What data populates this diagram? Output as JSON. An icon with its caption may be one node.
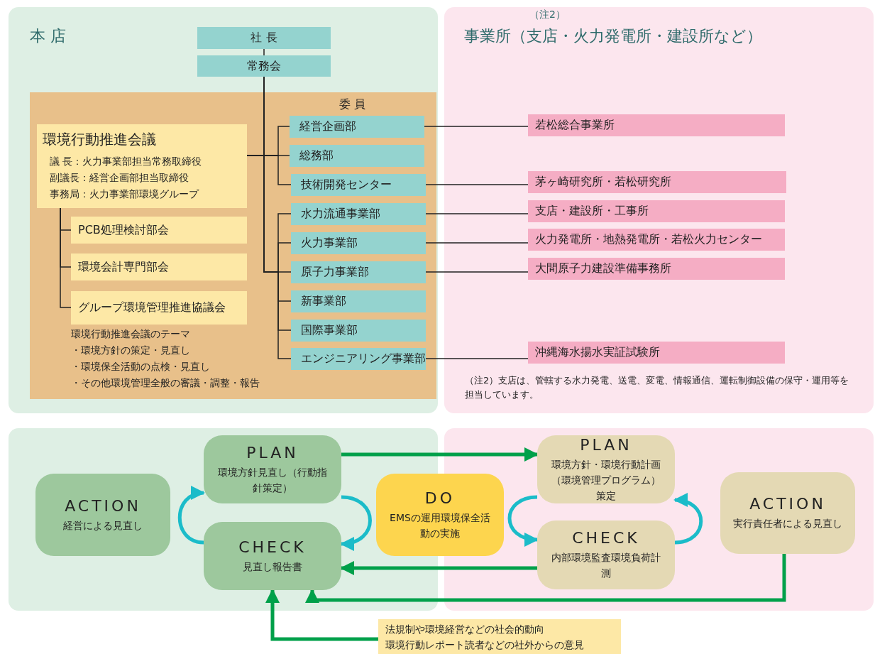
{
  "diagram": {
    "nodes": [
      {
        "text": [
          "本 店"
        ]
      },
      {
        "text": [
          "社 長"
        ],
        "in": 0
      },
      {
        "text": [
          "常務会"
        ],
        "in": 0
      },
      {
        "text": [],
        "shape": "box",
        "in": 0
      },
      {
        "text": [
          "環境行動推進会議",
          "議 長：火力事業部担当常務取締役",
          "副議長：経営企画部担当取締役",
          "事務局：火力事業部環境グループ"
        ],
        "in": 3
      },
      {
        "text": [
          "PCB処理検討部会"
        ],
        "in": 3
      },
      {
        "text": [
          "環境会計専門部会"
        ],
        "in": 3
      },
      {
        "text": [
          "グループ環境管理推進協議会"
        ],
        "in": 3
      },
      {
        "text": [
          "経営企画部"
        ],
        "in": 3
      },
      {
        "text": [
          "総務部"
        ],
        "in": 3
      },
      {
        "text": [
          "技術開発センター"
        ],
        "in": 3
      },
      {
        "text": [
          "水力流通事業部"
        ],
        "in": 3
      },
      {
        "text": [
          "火力事業部"
        ],
        "in": 3
      },
      {
        "text": [
          "原子力事業部"
        ],
        "in": 3
      },
      {
        "text": [
          "新事業部"
        ],
        "in": 3
      },
      {
        "text": [
          "国際事業部"
        ],
        "in": 3
      },
      {
        "text": [
          "エンジニアリング事業部"
        ],
        "in": 3
      },
      {
        "text": [
          "事業所（支店・火力発電所・建設所など）"
        ],
        "beside": [
          "（注2）"
        ]
      },
      {
        "text": [
          "若松総合事業所"
        ],
        "in": 17
      },
      {
        "text": [
          "茅ヶ崎研究所・若松研究所"
        ],
        "in": 17
      },
      {
        "text": [
          "支店・建設所・工事所"
        ],
        "in": 17
      },
      {
        "text": [
          "火力発電所・地熱発電所・若松火力センター"
        ],
        "in": 17
      },
      {
        "text": [
          "大間原子力建設準備事務所"
        ],
        "in": 17
      },
      {
        "text": [
          "沖縄海水揚水実証試験所"
        ],
        "in": 17
      },
      {
        "text": [],
        "shape": "box"
      },
      {
        "text": [
          "PLAN",
          "環境方針見直し（行動指針策定）"
        ],
        "in": 24
      },
      {
        "text": [
          "ACTION",
          "経営による見直し"
        ],
        "in": 24
      },
      {
        "text": [
          "CHECK",
          "見直し報告書"
        ],
        "in": 24
      },
      {
        "text": [
          "DO",
          "EMSの運用環境保全活動の実施"
        ]
      },
      {
        "text": [],
        "shape": "box"
      },
      {
        "text": [
          "PLAN",
          "環境方針・環境行動計画（環境管理プログラム）策定"
        ],
        "in": 29
      },
      {
        "text": [
          "CHECK",
          "内部環境監査環境負荷計測"
        ],
        "in": 29
      },
      {
        "text": [
          "ACTION",
          "実行責任者による見直し"
        ],
        "in": 29
      },
      {
        "text": [
          "法規制や環境経営などの社会的動向",
          "環境行動レポート読者などの社外からの意見"
        ]
      }
    ],
    "edges": [
      {
        "from": 1,
        "to": 2,
        "arrow": "none"
      },
      {
        "from": 4,
        "to": 8,
        "arrow": "none"
      },
      {
        "from": 4,
        "to": 9,
        "arrow": "none"
      },
      {
        "from": 4,
        "to": 10,
        "arrow": "none"
      },
      {
        "from": 2,
        "to": 11,
        "arrow": "none"
      },
      {
        "from": 2,
        "to": 12,
        "arrow": "none"
      },
      {
        "from": 2,
        "to": 13,
        "arrow": "none"
      },
      {
        "from": 2,
        "to": 14,
        "arrow": "none"
      },
      {
        "from": 2,
        "to": 15,
        "arrow": "none"
      },
      {
        "from": 2,
        "to": 16,
        "arrow": "none"
      },
      {
        "from": 4,
        "to": 5,
        "arrow": "none"
      },
      {
        "from": 4,
        "to": 6,
        "arrow": "none"
      },
      {
        "from": 4,
        "to": 7,
        "arrow": "none"
      },
      {
        "from": 8,
        "to": 18,
        "arrow": "none"
      },
      {
        "from": 10,
        "to": 19,
        "arrow": "none"
      },
      {
        "from": 11,
        "to": 20,
        "arrow": "none"
      },
      {
        "from": 12,
        "to": 21,
        "arrow": "none"
      },
      {
        "from": 13,
        "to": 22,
        "arrow": "none"
      },
      {
        "from": 16,
        "to": 23,
        "arrow": "none"
      },
      {
        "from": 27,
        "to": 25,
        "arrow": "to",
        "style": "thick",
        "color": "#1bbcc9"
      },
      {
        "from": 25,
        "to": 27,
        "arrow": "to",
        "style": "thick",
        "color": "#1bbcc9"
      },
      {
        "from": 30,
        "to": 31,
        "arrow": "to",
        "style": "thick",
        "color": "#1bbcc9"
      },
      {
        "from": 31,
        "to": 30,
        "arrow": "to",
        "style": "thick",
        "color": "#1bbcc9"
      },
      {
        "from": 25,
        "to": 30,
        "arrow": "to",
        "style": "thick",
        "color": "#00a04a"
      },
      {
        "from": 31,
        "to": 27,
        "arrow": "to",
        "style": "thick",
        "color": "#00a04a"
      },
      {
        "from": 32,
        "to": 27,
        "arrow": "to",
        "style": "thick",
        "color": "#00a04a"
      },
      {
        "from": 33,
        "to": 27,
        "arrow": "to",
        "style": "thick",
        "color": "#00a04a"
      }
    ],
    "labels": [
      "委 員",
      "環境行動推進会議のテーマ",
      "・環境方針の策定・見直し",
      "・環境保全活動の点検・見直し",
      "・その他環境管理全般の審議・調整・報告",
      "（注2）支店は、管轄する水力発電、送電、変電、情報通信、運転制御設備の保守・運用等を担当しています。"
    ]
  }
}
